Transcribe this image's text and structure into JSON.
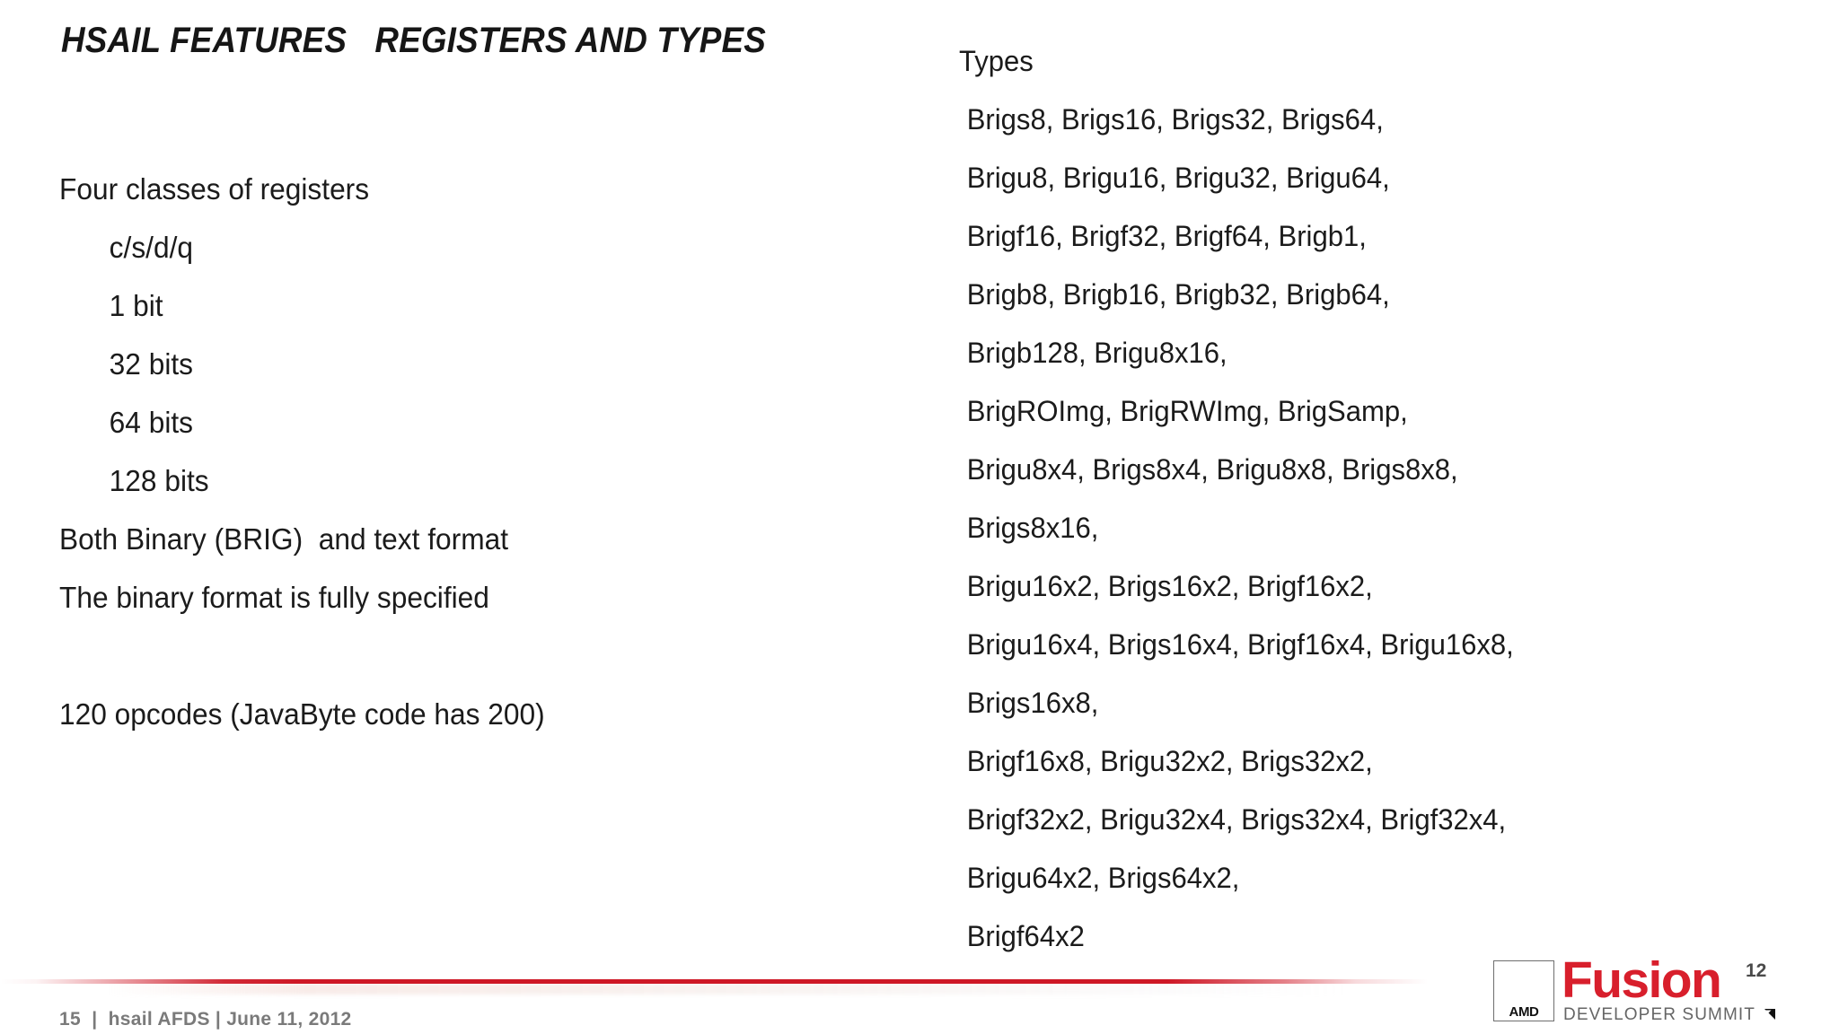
{
  "slide": {
    "title": "HSAIL FEATURES   REGISTERS AND TYPES",
    "left_column": [
      {
        "text": "Four classes of registers",
        "level": 1
      },
      {
        "text": "c/s/d/q",
        "level": 2
      },
      {
        "text": "1 bit",
        "level": 2
      },
      {
        "text": "32 bits",
        "level": 2
      },
      {
        "text": "64 bits",
        "level": 2
      },
      {
        "text": "128 bits",
        "level": 2
      },
      {
        "text": "Both Binary (BRIG)  and text format",
        "level": 1
      },
      {
        "text": "The binary format is fully specified",
        "level": 1
      },
      {
        "text": "",
        "level": 1
      },
      {
        "text": "120 opcodes (JavaByte code has 200)",
        "level": 1
      }
    ],
    "right_column": {
      "header": "Types",
      "items": [
        "Brigs8, Brigs16, Brigs32, Brigs64,",
        "Brigu8, Brigu16, Brigu32, Brigu64,",
        "Brigf16, Brigf32, Brigf64, Brigb1,",
        "Brigb8, Brigb16, Brigb32, Brigb64,",
        "Brigb128, Brigu8x16,",
        "BrigROImg, BrigRWImg, BrigSamp,",
        "Brigu8x4, Brigs8x4, Brigu8x8, Brigs8x8,",
        "Brigs8x16,",
        "Brigu16x2, Brigs16x2, Brigf16x2,",
        "Brigu16x4, Brigs16x4, Brigf16x4, Brigu16x8,",
        "Brigs16x8,",
        "Brigf16x8, Brigu32x2, Brigs32x2,",
        "Brigf32x2, Brigu32x4, Brigs32x4, Brigf32x4,",
        "Brigu64x2, Brigs64x2,",
        "Brigf64x2"
      ]
    },
    "footer": {
      "meta": "15  |  hsail AFDS | June 11, 2012",
      "rule_color": "#ce1826"
    },
    "logo": {
      "vendor": "AMD",
      "brand": "Fusion",
      "superscript": "12",
      "tagline": "DEVELOPER SUMMIT",
      "brand_color": "#d81f2c",
      "tagline_color": "#656565"
    }
  }
}
